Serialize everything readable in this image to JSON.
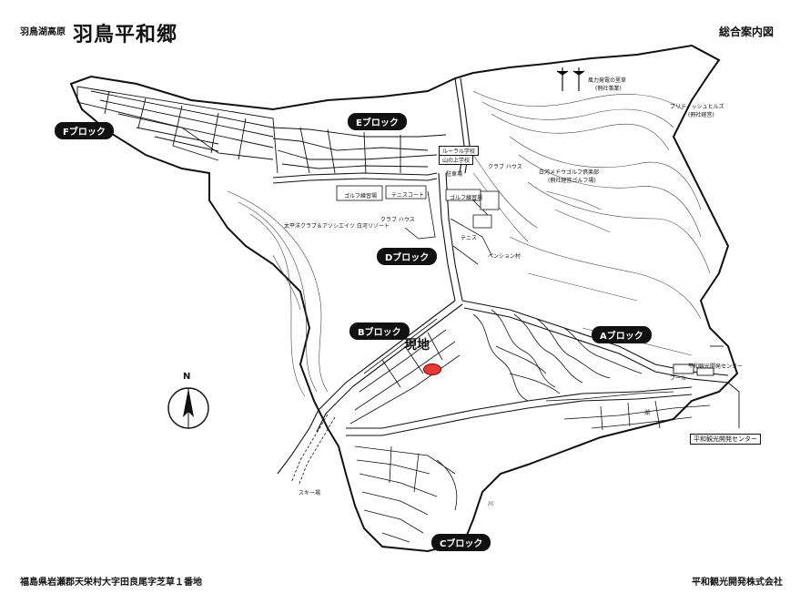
{
  "header": {
    "subtitle": "羽鳥湖高原",
    "title": "羽鳥平和郷",
    "overview": "総合案内図"
  },
  "blocks": {
    "a": "Aブロック",
    "b": "Bブロック",
    "c": "Cブロック",
    "d": "Dブロック",
    "e": "Eブロック",
    "f": "Fブロック"
  },
  "map_labels": {
    "wind_power": "風力発電の里草",
    "wind_power_sub": "(冊社事業)",
    "golf_club": "白河メドウゴルフ倶楽部",
    "golf_club_sub": "(冊社経営ゴルフ場)",
    "british_hills": "ブリティッシュヒルズ",
    "british_hills_sub": "(冊社経営)",
    "rural_school": "ルーラル学校",
    "rural_school_sub": "山の上学校",
    "club_house_1": "クラブ ハウス",
    "golf_practice": "ゴルフ練習場",
    "tennis_court": "テニスコート",
    "club_house_2": "クラブ ハウス",
    "parking": "駐車場",
    "resort": "太平洋クラブ＆アソシエイツ 白河リゾート",
    "tennis": "テニス",
    "pension": "ペンション村",
    "ski": "スキー場",
    "pool": "プール",
    "center_top": "平和観光開発センター",
    "center_box": "平和観光開発センター",
    "lake": "湖",
    "river": "川",
    "here": "現地"
  },
  "compass": {
    "north": "N"
  },
  "footer": {
    "address": "福島県岩瀬郡天栄村大字田良尾字芝草１番地",
    "company": "平和観光開発株式会社"
  },
  "marker_color": "#e53935"
}
